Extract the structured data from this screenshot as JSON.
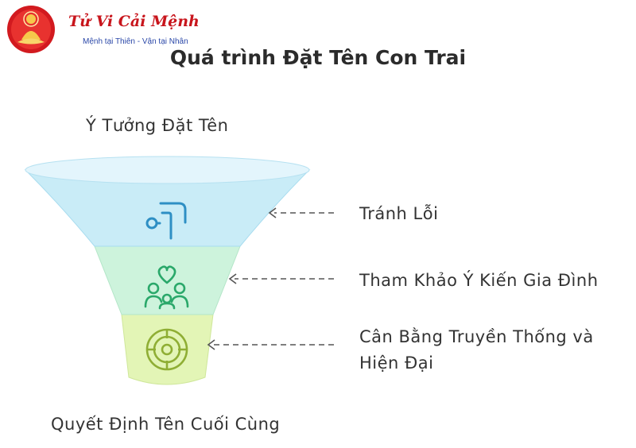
{
  "brand": {
    "name": "Tử Vi Cải Mệnh",
    "tagline": "Mệnh tại Thiên - Vận tại Nhân"
  },
  "title": "Quá trình Đặt Tên Con Trai",
  "funnel": {
    "top_label": "Ý Tưởng Đặt Tên",
    "bottom_label": "Quyết Định Tên Cuối Cùng",
    "stages": [
      {
        "label": "Tránh Lỗi",
        "icon": "arrows-icon",
        "color": "#c9ecf7"
      },
      {
        "label": "Tham Khảo Ý Kiến Gia Đình",
        "icon": "family-heart-icon",
        "color": "#cdf3dc"
      },
      {
        "label": "Cân Bằng Truyền Thống và Hiện Đại",
        "icon": "balance-circle-icon",
        "color": "#e3f5b6"
      }
    ]
  }
}
